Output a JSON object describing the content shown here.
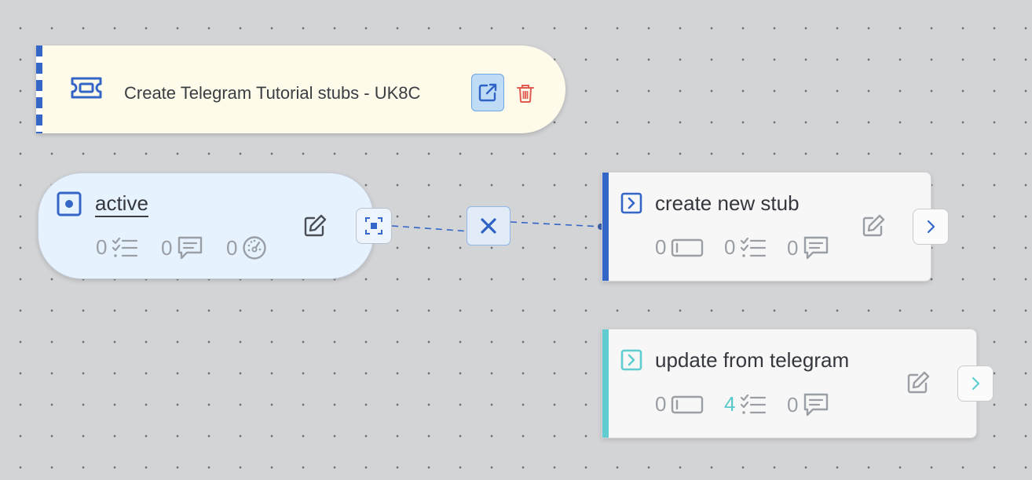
{
  "ticket": {
    "title": "Create Telegram Tutorial stubs - UK8C",
    "icon": "ticket-icon",
    "stripe_color": "#3466c8"
  },
  "state": {
    "title": "active",
    "icon": "state-dot-icon",
    "stats": {
      "checklists": "0",
      "comments": "0",
      "time": "0"
    }
  },
  "transitions": [
    {
      "title": "create new stub",
      "color": "#3466c8",
      "stats": {
        "progress": "0",
        "checklists": "0",
        "comments": "0"
      }
    },
    {
      "title": "update from telegram",
      "color": "#5fcdd0",
      "stats": {
        "progress": "0",
        "checklists": "4",
        "comments": "0"
      }
    }
  ],
  "colors": {
    "accent": "#3466c8",
    "teal": "#5fcdd0",
    "danger": "#e05a4f",
    "muted": "#9a9ea5"
  }
}
